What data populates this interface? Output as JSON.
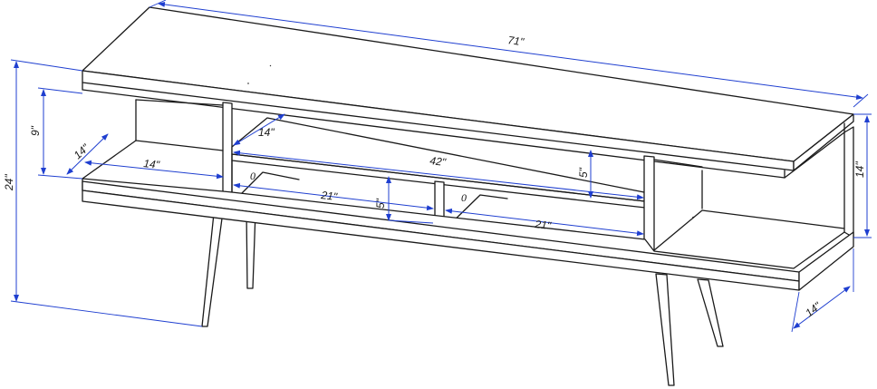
{
  "dimensions": {
    "width": "71\"",
    "height": "24\"",
    "top_shelf_gap": "9\"",
    "side_depth_left": "14\"",
    "left_bay_width": "14\"",
    "inner_depth": "14\"",
    "center_bay_width": "42\"",
    "middle_gap": "5\"",
    "drawer_gap": "5\"",
    "left_drawer_width": "21\"",
    "right_drawer_width": "21\"",
    "right_side_height": "14\"",
    "right_depth": "14\""
  },
  "handles": {
    "left": "0",
    "right": "0"
  },
  "colors": {
    "outline": "#1a1a1a",
    "dimension": "#1f3fd0",
    "background": "#ffffff"
  }
}
